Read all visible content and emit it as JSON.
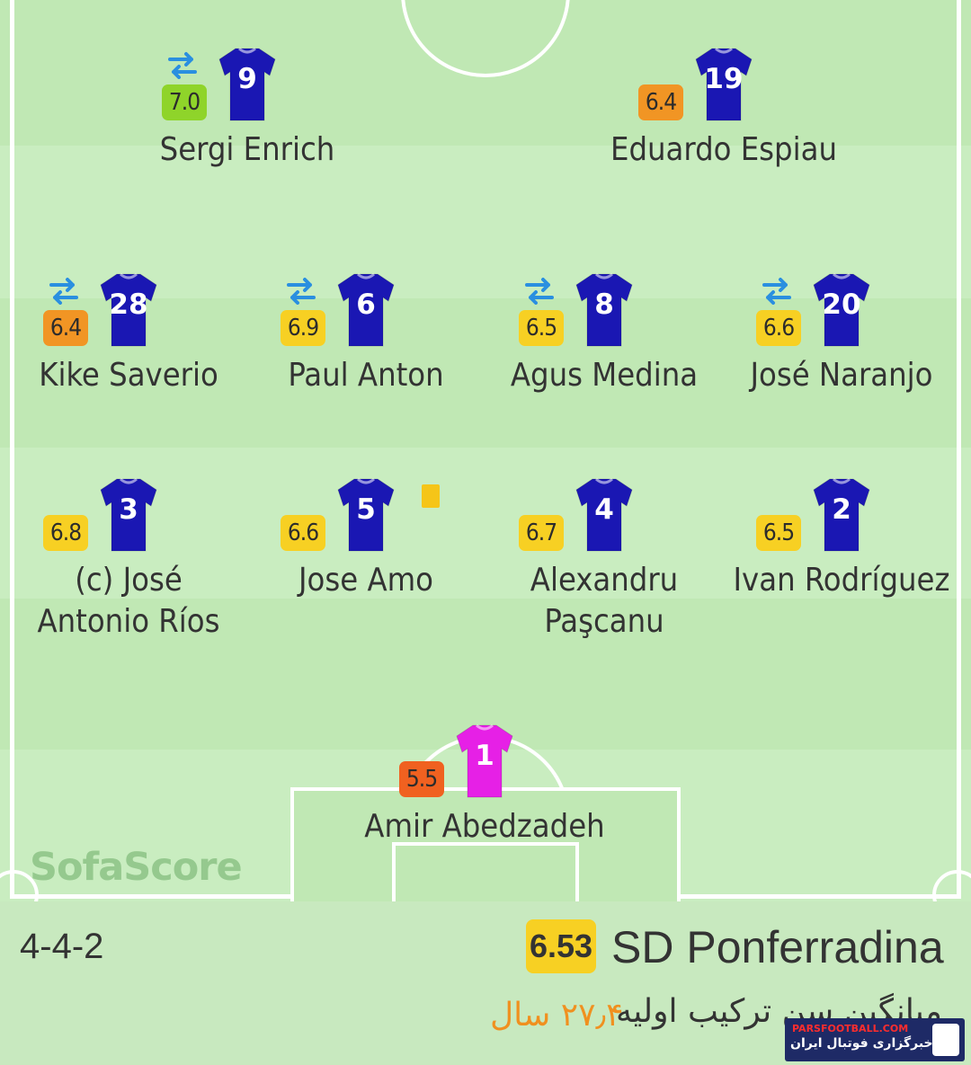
{
  "colors": {
    "shirt_outfield": "#1a17b3",
    "shirt_goalkeeper": "#e620e6",
    "rating_green": "#8fd42a",
    "rating_yellow": "#f7d023",
    "rating_orange": "#f19524",
    "rating_red": "#f06120",
    "sub_icon": "#2a8fe0",
    "accent_age": "#f0901f"
  },
  "players": [
    {
      "number": "9",
      "rating": "7.0",
      "rating_color": "#8fd42a",
      "name_line1": "Sergi Enrich",
      "name_line2": "",
      "sub": true,
      "card": false
    },
    {
      "number": "19",
      "rating": "6.4",
      "rating_color": "#f19524",
      "name_line1": "Eduardo Espiau",
      "name_line2": "",
      "sub": false,
      "card": false
    },
    {
      "number": "28",
      "rating": "6.4",
      "rating_color": "#f19524",
      "name_line1": "Kike Saverio",
      "name_line2": "",
      "sub": true,
      "card": false
    },
    {
      "number": "6",
      "rating": "6.9",
      "rating_color": "#f7d023",
      "name_line1": "Paul Anton",
      "name_line2": "",
      "sub": true,
      "card": false
    },
    {
      "number": "8",
      "rating": "6.5",
      "rating_color": "#f7d023",
      "name_line1": "Agus Medina",
      "name_line2": "",
      "sub": true,
      "card": false
    },
    {
      "number": "20",
      "rating": "6.6",
      "rating_color": "#f7d023",
      "name_line1": "José Naranjo",
      "name_line2": "",
      "sub": true,
      "card": false
    },
    {
      "number": "3",
      "rating": "6.8",
      "rating_color": "#f7d023",
      "name_line1": "(c) José",
      "name_line2": "Antonio Ríos",
      "sub": false,
      "card": false
    },
    {
      "number": "5",
      "rating": "6.6",
      "rating_color": "#f7d023",
      "name_line1": "Jose Amo",
      "name_line2": "",
      "sub": false,
      "card": true
    },
    {
      "number": "4",
      "rating": "6.7",
      "rating_color": "#f7d023",
      "name_line1": "Alexandru",
      "name_line2": "Paşcanu",
      "sub": false,
      "card": false
    },
    {
      "number": "2",
      "rating": "6.5",
      "rating_color": "#f7d023",
      "name_line1": "Ivan Rodríguez",
      "name_line2": "",
      "sub": false,
      "card": false
    },
    {
      "number": "1",
      "rating": "5.5",
      "rating_color": "#f06120",
      "name_line1": "Amir Abedzadeh",
      "name_line2": "",
      "sub": false,
      "card": false,
      "goalkeeper": true
    }
  ],
  "watermark": "SofaScore",
  "footer": {
    "formation": "4-4-2",
    "team_rating": "6.53",
    "team_name": "SD Ponferradina",
    "lineup_label": "میانگین سن ترکیب اولیه",
    "average_age": "۲۷٫۴ سال"
  },
  "badge": {
    "top": "PARSFOOTBALL.COM",
    "bottom": "خبرگزاری فوتبال ایران"
  }
}
